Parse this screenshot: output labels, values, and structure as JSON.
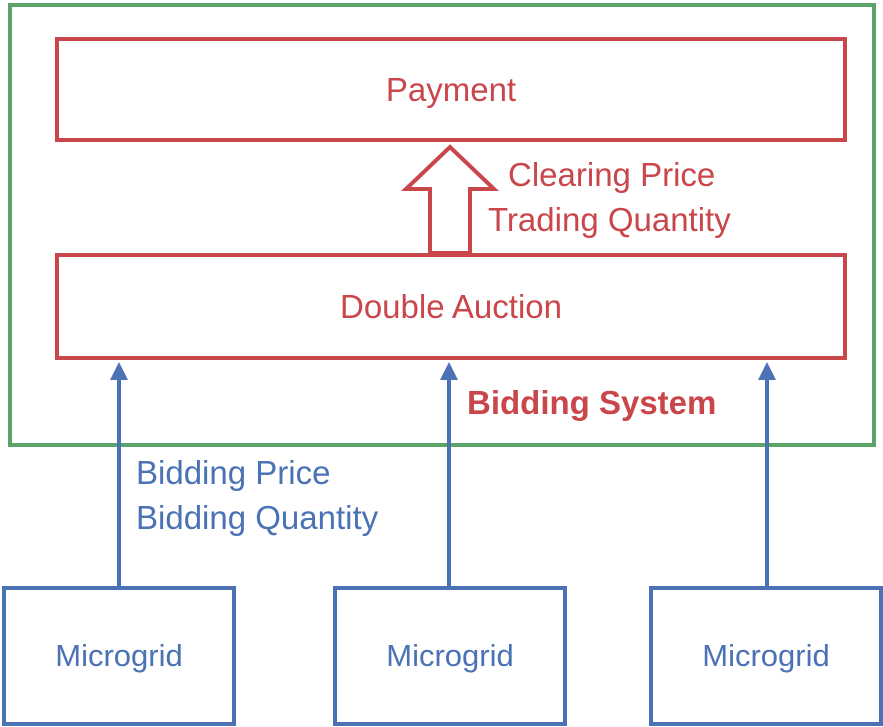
{
  "diagram": {
    "payment": "Payment",
    "double_auction": "Double Auction",
    "system_label": "Bidding System",
    "clearing_price": "Clearing Price",
    "trading_quantity": "Trading Quantity",
    "bidding_price": "Bidding Price",
    "bidding_quantity": "Bidding Quantity",
    "microgrids": [
      "Microgrid",
      "Microgrid",
      "Microgrid"
    ]
  },
  "colors": {
    "red": "#c9464b",
    "blue": "#4a72b5",
    "green": "#5aa469"
  }
}
